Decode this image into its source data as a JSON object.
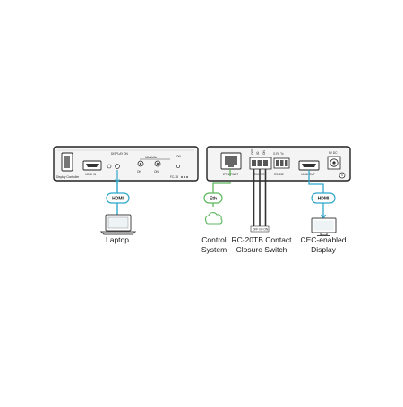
{
  "colors": {
    "panel_fill": "#f4f4f4",
    "panel_stroke": "#222222",
    "cable_hdmi": "#2fa6c9",
    "cable_eth": "#5cb85c",
    "cable_contact": "#444444",
    "pill_stroke": "#2fa6c9"
  },
  "left_device": {
    "name": "Display Controller",
    "ports": {
      "usb": "USB",
      "hdmi_in": "HDMI IN",
      "display_on": "DISPLAY ON",
      "manual": "MANUAL",
      "on1": "ON",
      "on2": "ON",
      "on3": "ON",
      "fc": "FC-18"
    }
  },
  "right_device": {
    "ports": {
      "ethernet": "ETHERNET",
      "remote": "REMOTE",
      "rs232": "RS-232",
      "rs232_pins": "G Rx Tx",
      "hdmi_out": "HDMI OUT",
      "power": "5V DC",
      "contacts": "OFF",
      "contact_io": "IO",
      "contact_on": "ON"
    }
  },
  "connectors": {
    "laptop_pill": "HDMI",
    "eth_pill": "Eth",
    "display_pill": "HDMI"
  },
  "labels": {
    "laptop": "Laptop",
    "control": "Control\nSystem",
    "rc20tb": "RC-20TB Contact\nClosure Switch",
    "cec": "CEC-enabled\nDisplay"
  },
  "icons": [
    "usb-port-icon",
    "hdmi-port-icon",
    "led-icon",
    "button-icon",
    "ethernet-port-icon",
    "terminal-block-icon",
    "power-jack-icon",
    "laptop-icon",
    "cloud-icon",
    "monitor-icon"
  ]
}
